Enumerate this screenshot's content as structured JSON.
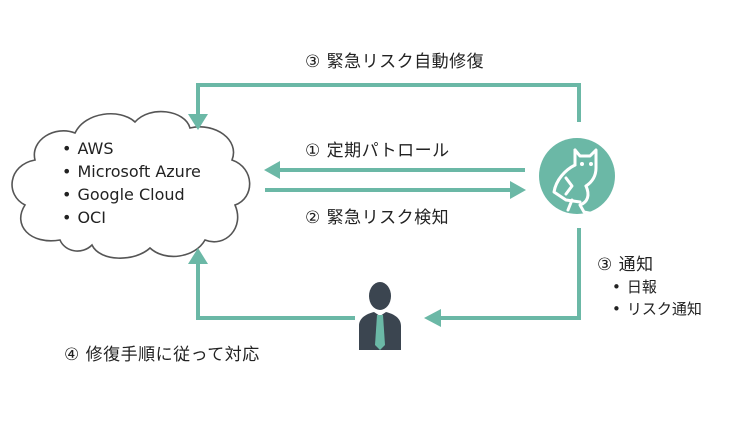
{
  "colors": {
    "accent": "#6bb8a6",
    "person": "#3b4550",
    "cloud_stroke": "#555555",
    "text": "#222222"
  },
  "cloud": {
    "items": [
      "AWS",
      "Microsoft Azure",
      "Google Cloud",
      "OCI"
    ]
  },
  "steps": {
    "patrol": "① 定期パトロール",
    "detect": "② 緊急リスク検知",
    "auto_repair": "③ 緊急リスク自動修復",
    "notify": "③ 通知",
    "respond": "④ 修復手順に従って対応"
  },
  "notify": {
    "items": [
      "日報",
      "リスク通知"
    ]
  },
  "icons": {
    "bot": "owl-icon",
    "person": "businessman-icon",
    "cloud": "cloud-icon"
  }
}
